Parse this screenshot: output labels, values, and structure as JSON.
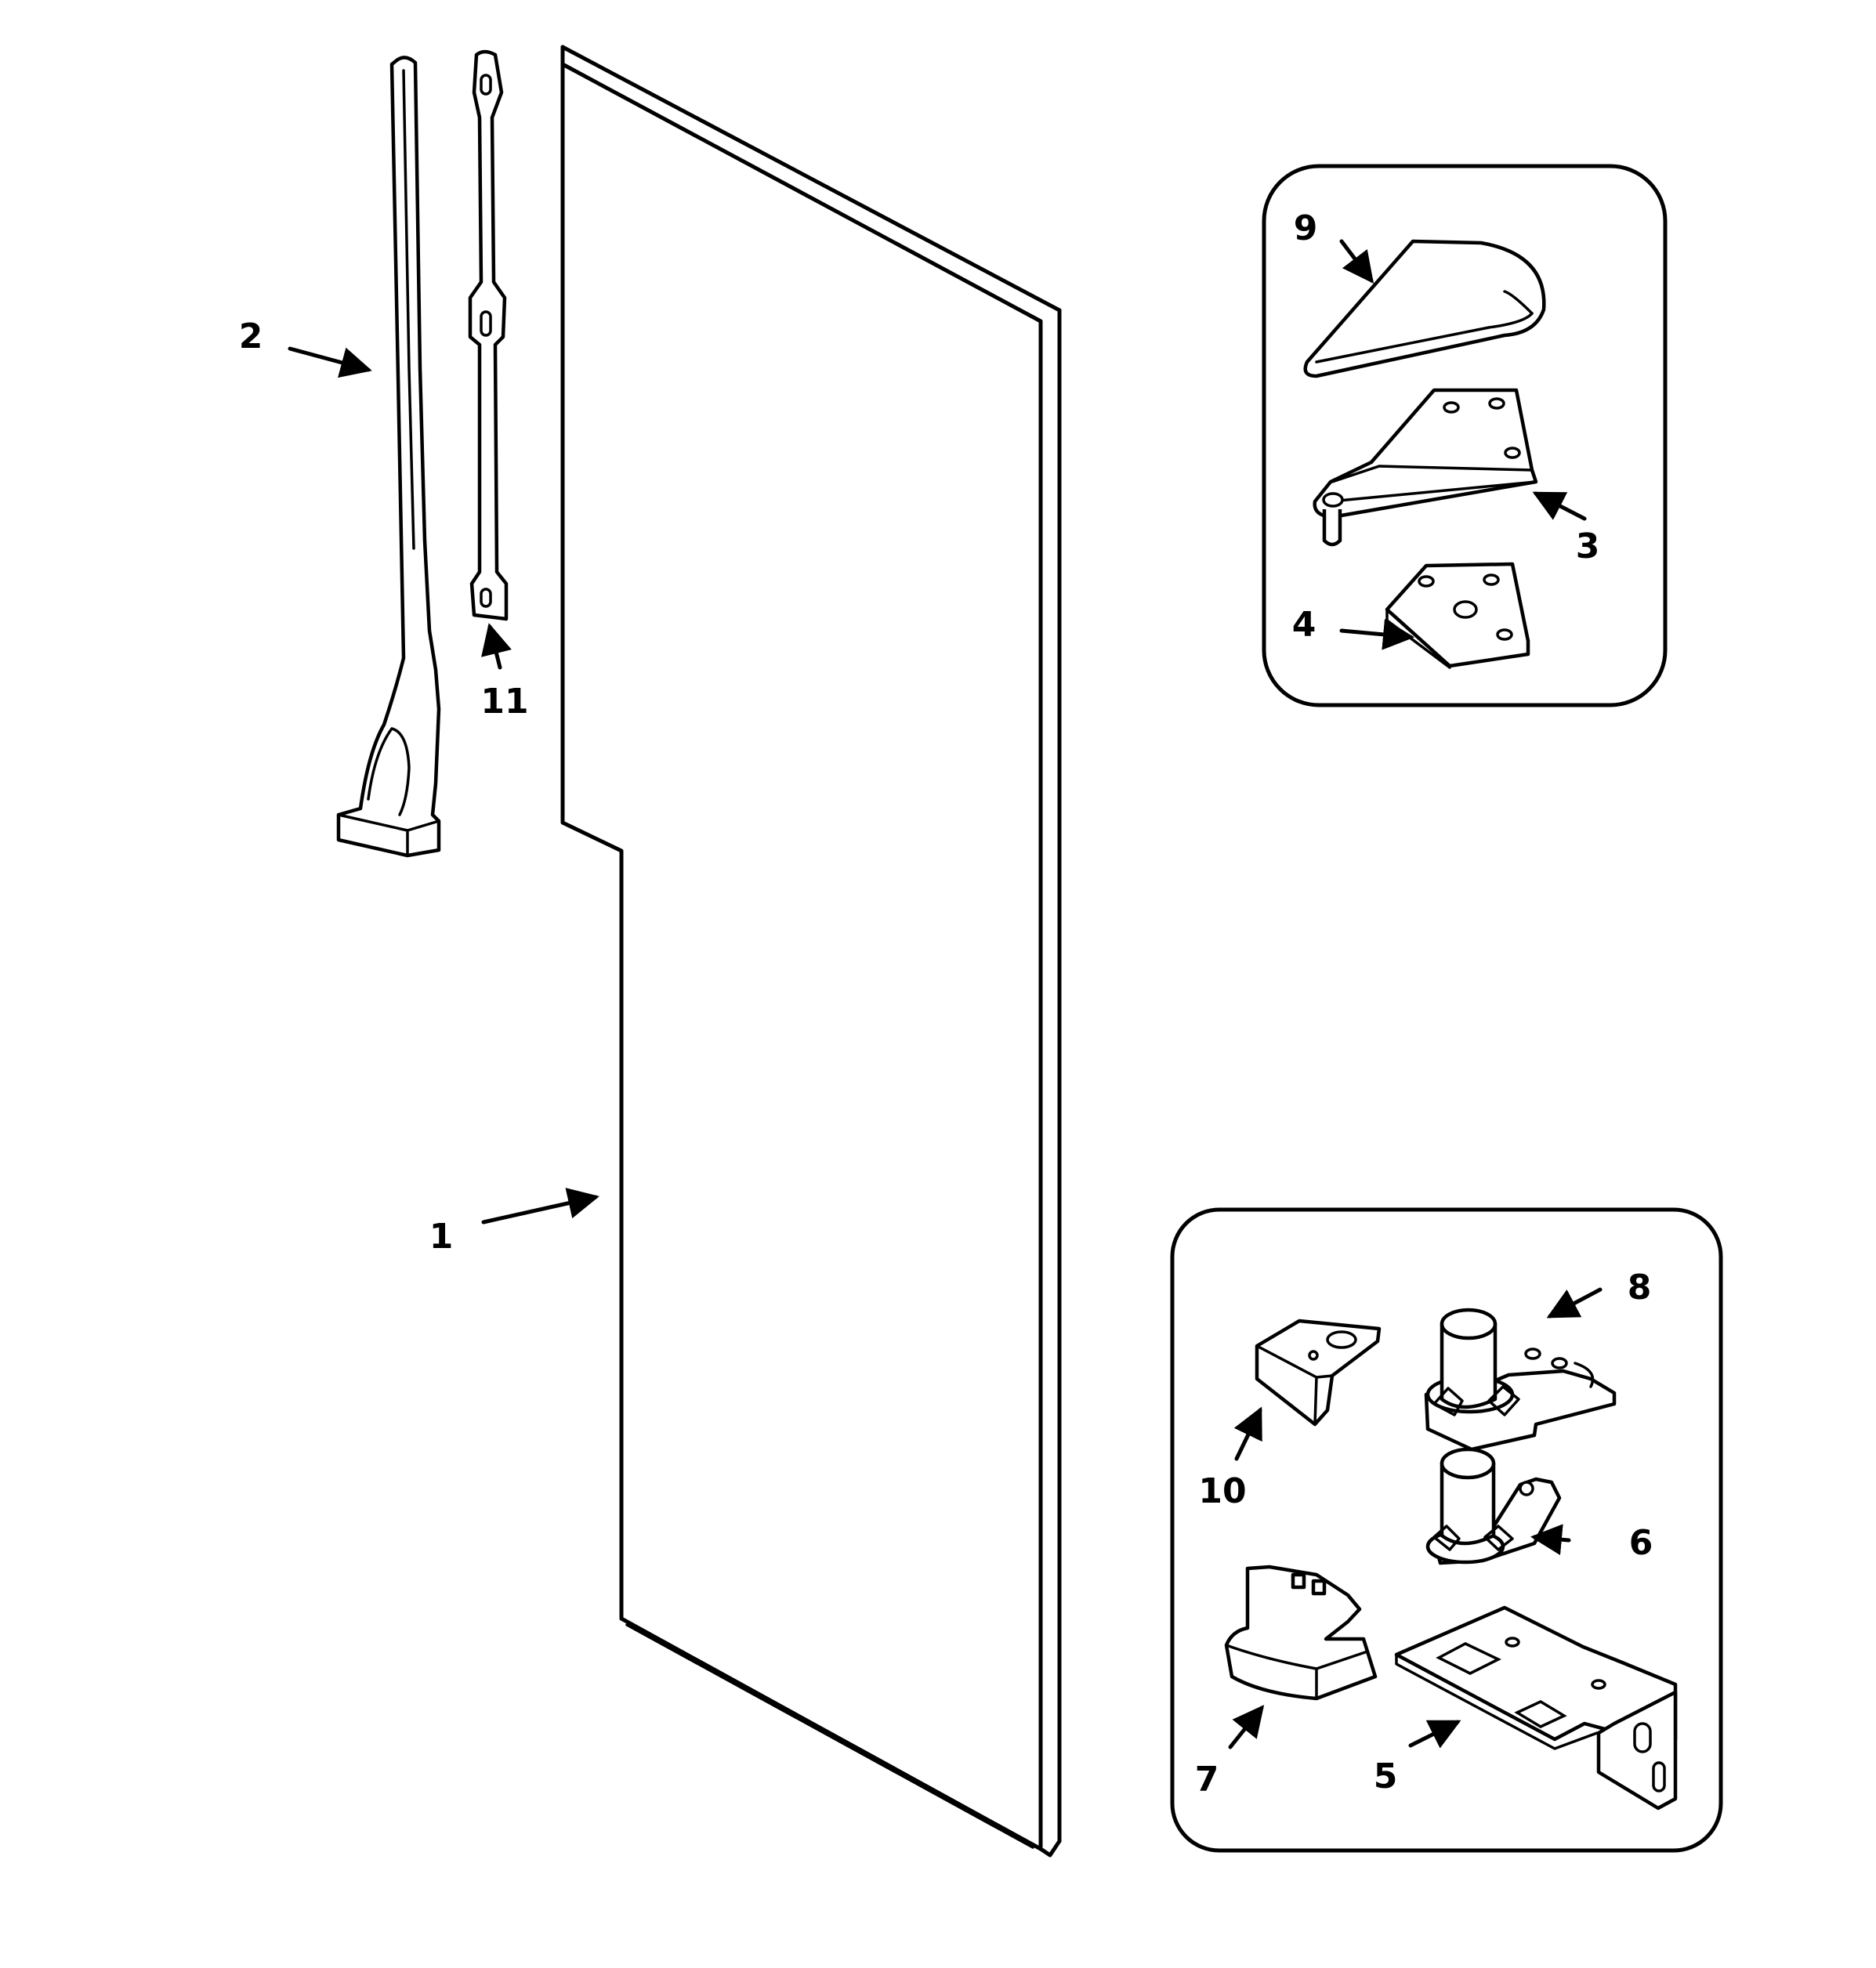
{
  "diagram": {
    "callouts": [
      {
        "id": "1",
        "text": "1",
        "part": "door-panel"
      },
      {
        "id": "2",
        "text": "2",
        "part": "door-handle"
      },
      {
        "id": "3",
        "text": "3",
        "part": "top-hinge"
      },
      {
        "id": "4",
        "text": "4",
        "part": "hinge-shim"
      },
      {
        "id": "5",
        "text": "5",
        "part": "bottom-hinge-bracket"
      },
      {
        "id": "6",
        "text": "6",
        "part": "hinge-pin-lower"
      },
      {
        "id": "7",
        "text": "7",
        "part": "hinge-cover-bottom"
      },
      {
        "id": "8",
        "text": "8",
        "part": "hinge-pin-upper"
      },
      {
        "id": "9",
        "text": "9",
        "part": "hinge-cover-top"
      },
      {
        "id": "10",
        "text": "10",
        "part": "door-stop-bracket"
      },
      {
        "id": "11",
        "text": "11",
        "part": "door-closer-link"
      }
    ]
  }
}
